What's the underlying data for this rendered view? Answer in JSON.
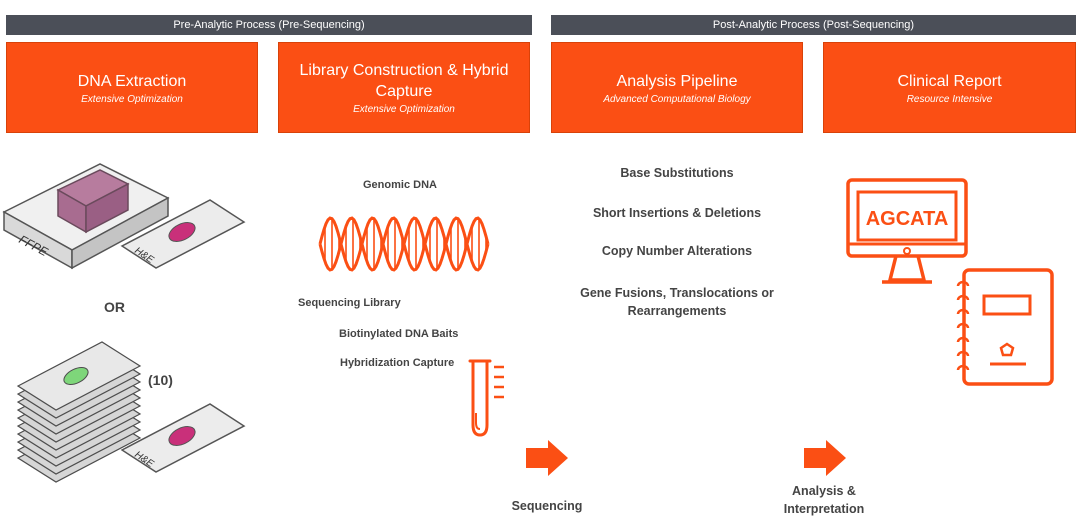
{
  "phases": {
    "pre": "Pre-Analytic Process (Pre-Sequencing)",
    "post": "Post-Analytic Process (Post-Sequencing)"
  },
  "steps": [
    {
      "title": "DNA Extraction",
      "subtitle": "Extensive Optimization"
    },
    {
      "title": "Library Construction & Hybrid Capture",
      "subtitle": "Extensive Optimization"
    },
    {
      "title": "Analysis Pipeline",
      "subtitle": "Advanced Computational Biology"
    },
    {
      "title": "Clinical Report",
      "subtitle": "Resource Intensive"
    }
  ],
  "extraction": {
    "ffpe_label": "FFPE",
    "he_label": "H&E",
    "or_label": "OR",
    "count_label": "(10)"
  },
  "library": {
    "genomic_dna": "Genomic DNA",
    "sequencing_library": "Sequencing Library",
    "baits": "Biotinylated DNA Baits",
    "capture": "Hybridization Capture"
  },
  "alterations": [
    "Base Substitutions",
    "Short Insertions & Deletions",
    "Copy Number Alterations",
    "Gene Fusions, Translocations or Rearrangements"
  ],
  "report": {
    "screen_text": "AGCATA"
  },
  "transitions": {
    "sequencing": "Sequencing",
    "analysis": "Analysis & Interpretation"
  },
  "colors": {
    "accent": "#fb4f14",
    "header_bar": "#4b4f58",
    "slide_pink": "#c9307a",
    "slide_green": "#7ed67a"
  }
}
